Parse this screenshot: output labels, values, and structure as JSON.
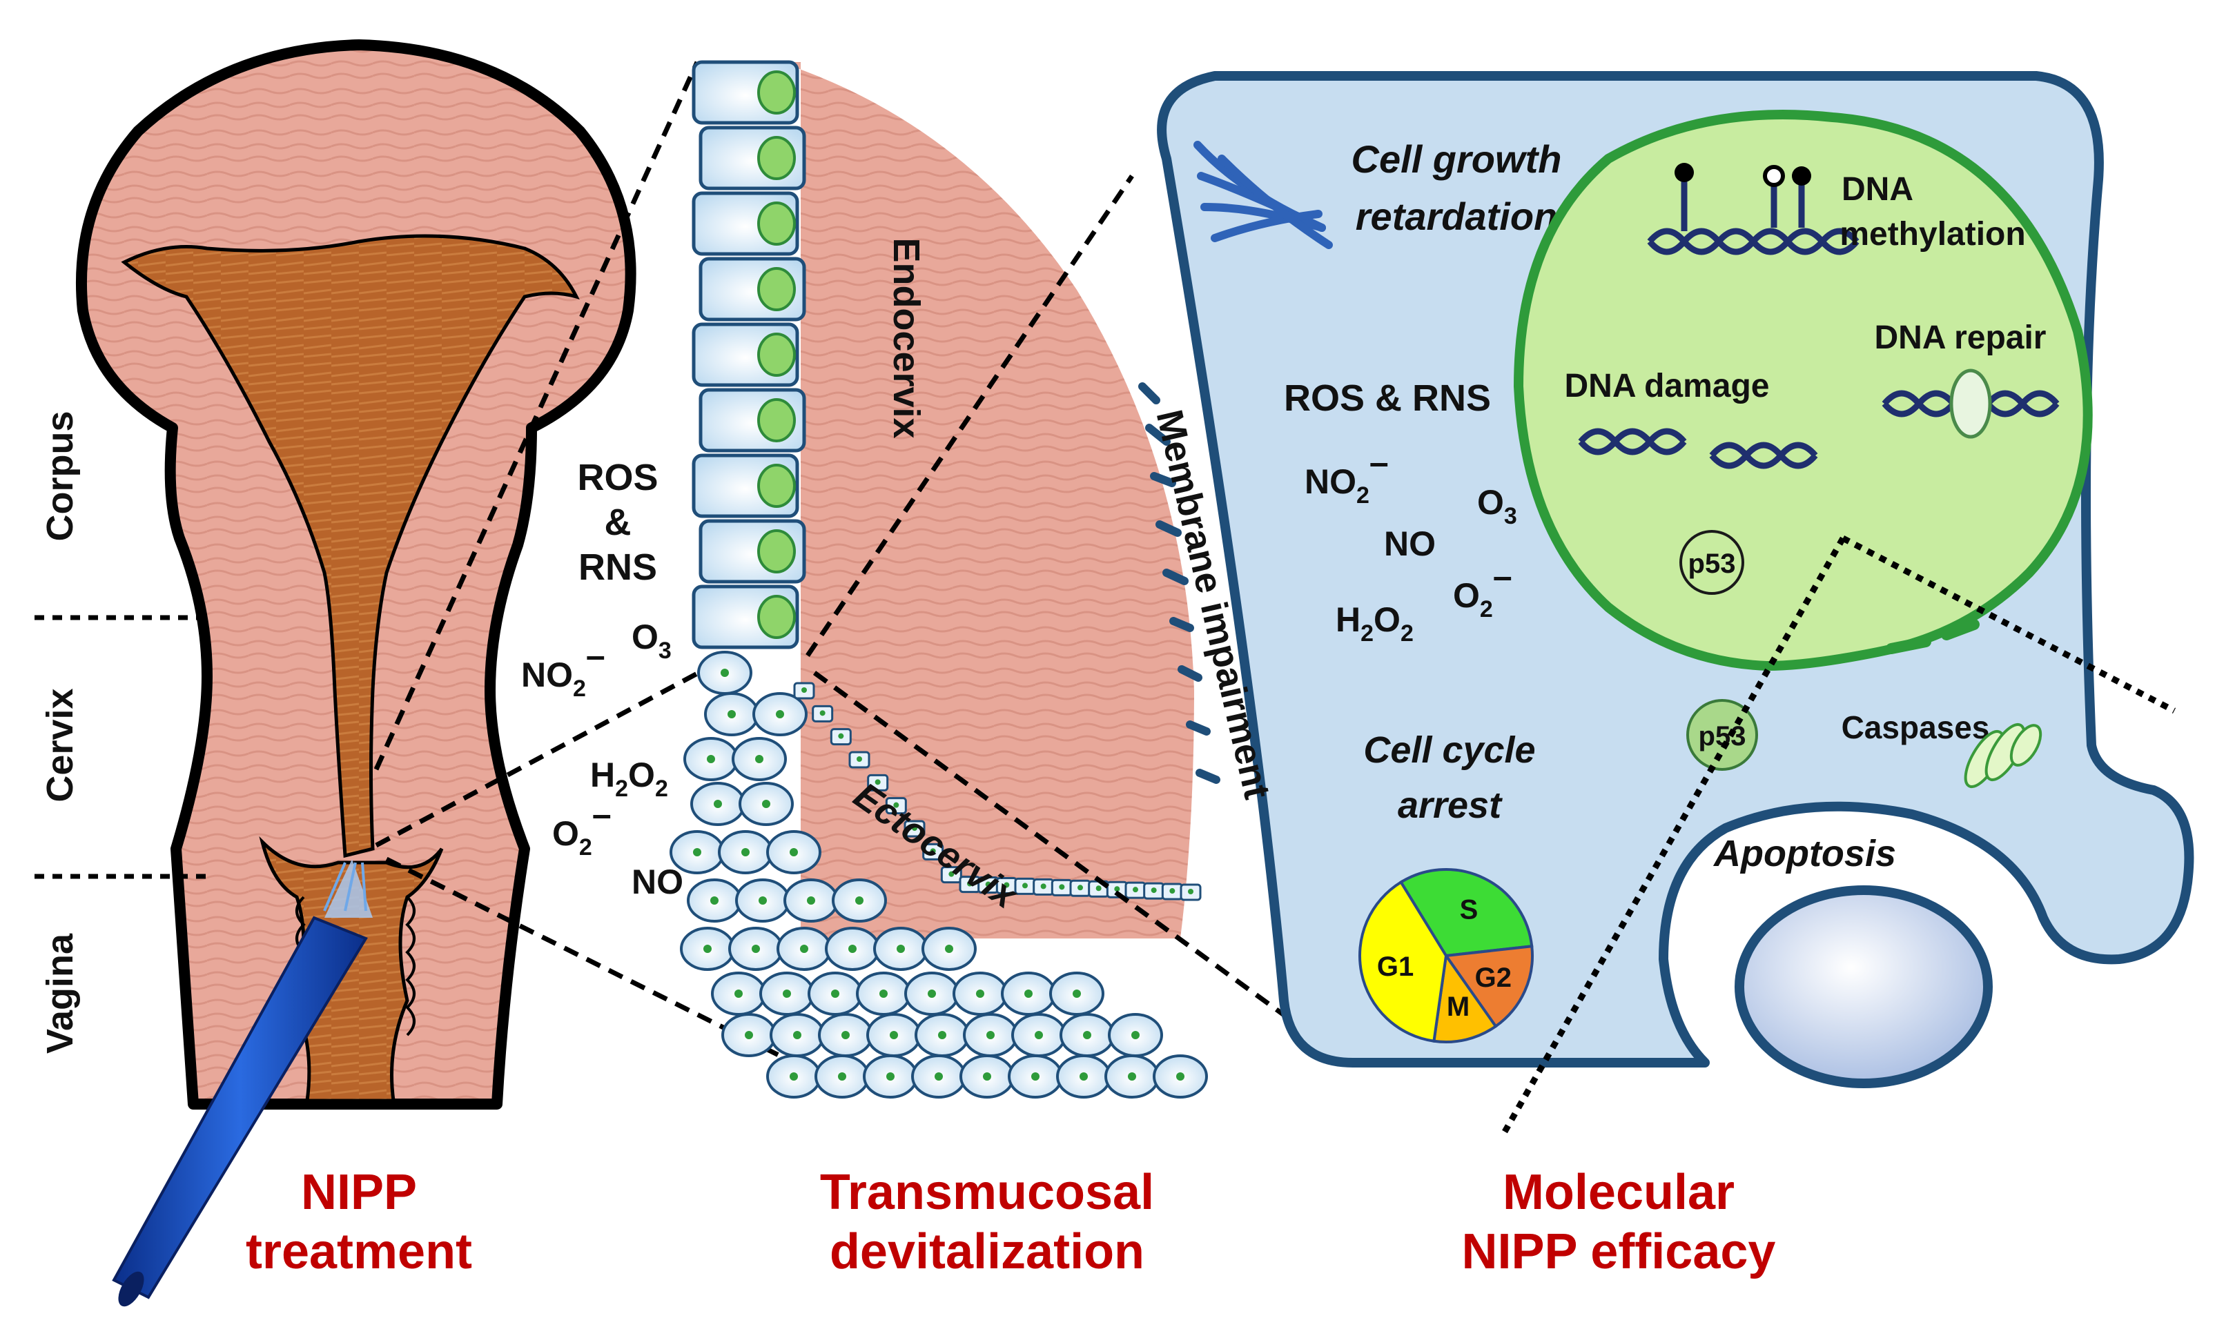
{
  "colors": {
    "tissue_pink": "#e8a89a",
    "cavity_brown": "#b8642a",
    "cell_blue": "#c9e3f5",
    "nucleus_green": "#8fd46a",
    "membrane_blue": "#1f4e79",
    "nucleus_fill": "#c8eca0",
    "nucleus_border": "#2e9b3a",
    "title_red": "#c00000",
    "probe_blue": "#1f56c8"
  },
  "panel_left": {
    "regions": {
      "corpus": "Corpus",
      "cervix": "Cervix",
      "vagina": "Vagina"
    },
    "title_line1": "NIPP",
    "title_line2": "treatment"
  },
  "panel_middle": {
    "endocervix": "Endocervix",
    "ectocervix": "Ectocervix",
    "ros_line1": "ROS",
    "ros_line2": "&",
    "ros_line3": "RNS",
    "species": {
      "no2": "NO",
      "no2_sub": "2",
      "no2_sup": "–",
      "o3": "O",
      "o3_sub": "3",
      "h2o2_a": "H",
      "h2o2_sub1": "2",
      "h2o2_b": "O",
      "h2o2_sub2": "2",
      "o2": "O",
      "o2_sub": "2",
      "o2_sup": "–",
      "no": "NO"
    },
    "title_line1": "Transmucosal",
    "title_line2": "devitalization"
  },
  "panel_right": {
    "growth_line1": "Cell growth",
    "growth_line2": "retardation",
    "membrane": "Membrane impairment",
    "ros_rns": "ROS & RNS",
    "species": {
      "no2": "NO",
      "no2_sub": "2",
      "no2_sup": "–",
      "o3": "O",
      "o3_sub": "3",
      "no": "NO",
      "h2o2_a": "H",
      "h2o2_sub1": "2",
      "h2o2_b": "O",
      "h2o2_sub2": "2",
      "o2": "O",
      "o2_sub": "2",
      "o2_sup": "–"
    },
    "dna_methylation_line1": "DNA",
    "dna_methylation_line2": "methylation",
    "dna_repair": "DNA repair",
    "dna_damage": "DNA damage",
    "p53_nucleus": "p53",
    "p53_cytoplasm": "p53",
    "caspases": "Caspases",
    "cell_cycle_line1": "Cell cycle",
    "cell_cycle_line2": "arrest",
    "apoptosis": "Apoptosis",
    "phases": {
      "s": "S",
      "g2": "G2",
      "m": "M",
      "g1": "G1"
    },
    "title_line1": "Molecular",
    "title_line2": "NIPP efficacy"
  },
  "cell_cycle": {
    "slices": [
      {
        "label": "S",
        "fraction": 0.32,
        "color": "#3ddc35"
      },
      {
        "label": "G2",
        "fraction": 0.17,
        "color": "#ed7d31"
      },
      {
        "label": "M",
        "fraction": 0.12,
        "color": "#ffc000"
      },
      {
        "label": "G1",
        "fraction": 0.39,
        "color": "#ffff00"
      }
    ]
  }
}
